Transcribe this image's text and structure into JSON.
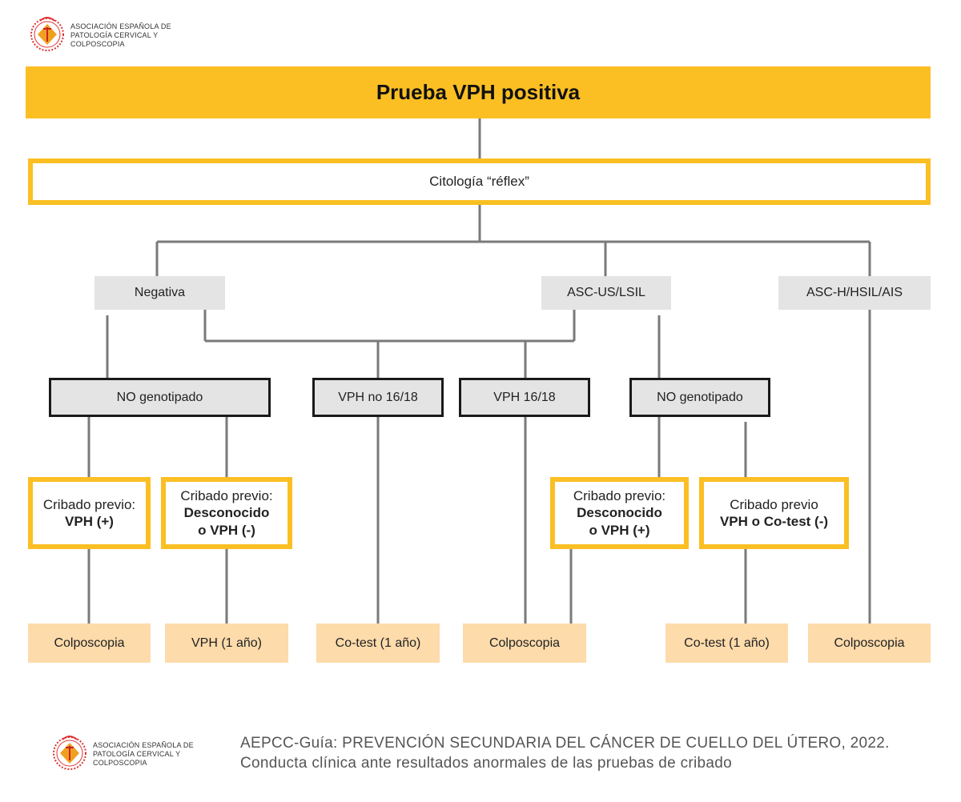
{
  "logo": {
    "org_line1": "ASOCIACIÓN ESPAÑOLA DE",
    "org_line2": "PATOLOGÍA CERVICAL Y",
    "org_line3": "COLPOSCOPIA"
  },
  "colors": {
    "accent": "#fbbf24",
    "gray": "#e4e4e4",
    "peach": "#fddbab",
    "line": "#7a7a7a"
  },
  "flow": {
    "root": "Prueba VPH positiva",
    "reflex": "Citología “réflex”",
    "results": {
      "negativa": "Negativa",
      "ascus_lsil": "ASC-US/LSIL",
      "asch_hsil_ais": "ASC-H/HSIL/AIS"
    },
    "genotype": {
      "no_genotipado_left": "NO genotipado",
      "vph_no_16_18": "VPH no 16/18",
      "vph_16_18": "VPH 16/18",
      "no_genotipado_right": "NO genotipado"
    },
    "screening": {
      "box1": {
        "line1": "Cribado previo:",
        "line2": "VPH (+)"
      },
      "box2": {
        "line1": "Cribado previo:",
        "line2": "Desconocido",
        "line3": "o VPH (-)"
      },
      "box3": {
        "line1": "Cribado previo:",
        "line2": "Desconocido",
        "line3": "o VPH (+)"
      },
      "box4": {
        "line1": "Cribado previo",
        "line2": "VPH o Co-test (-)"
      }
    },
    "outcomes": {
      "o1": "Colposcopia",
      "o2": "VPH (1 año)",
      "o3": "Co-test (1 año)",
      "o4": "Colposcopia",
      "o5": "Co-test (1 año)",
      "o6": "Colposcopia"
    }
  },
  "footer": {
    "title": "AEPCC-Guía: PREVENCIÓN SECUNDARIA DEL CÁNCER DE CUELLO DEL ÚTERO, 2022.",
    "subtitle": "Conducta clínica ante resultados anormales de las pruebas de cribado"
  }
}
